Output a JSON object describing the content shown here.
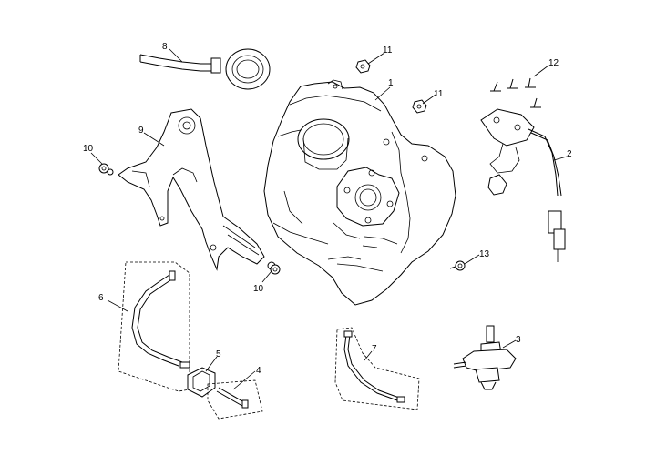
{
  "callouts": [
    {
      "id": "c1",
      "text": "1"
    },
    {
      "id": "c2",
      "text": "2"
    },
    {
      "id": "c3",
      "text": "3"
    },
    {
      "id": "c4",
      "text": "4"
    },
    {
      "id": "c5",
      "text": "5"
    },
    {
      "id": "c6",
      "text": "6"
    },
    {
      "id": "c7",
      "text": "7"
    },
    {
      "id": "c8",
      "text": "8"
    },
    {
      "id": "c9",
      "text": "9"
    },
    {
      "id": "c10a",
      "text": "10"
    },
    {
      "id": "c10b",
      "text": "10"
    },
    {
      "id": "c11a",
      "text": "11"
    },
    {
      "id": "c11b",
      "text": "11"
    },
    {
      "id": "c12",
      "text": "12"
    },
    {
      "id": "c13",
      "text": "13"
    }
  ]
}
